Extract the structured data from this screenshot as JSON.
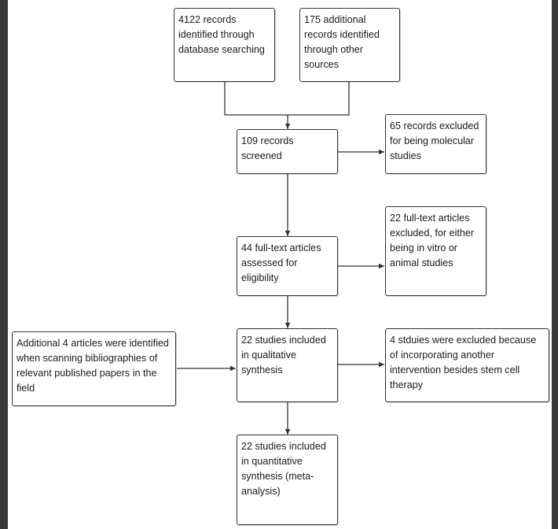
{
  "colors": {
    "background": "#3a3a3a",
    "canvas": "#ffffff",
    "line": "#333333",
    "text": "#1a1a1a"
  },
  "nodes": {
    "database_records": "4122 records identified through database searching",
    "other_sources": "175 additional records identified through other sources",
    "screened": "109 records screened",
    "excluded_molecular": "65 records excluded for being molecular studies",
    "fulltext_assessed": "44 full-text articles assessed for eligibility",
    "fulltext_excluded": "22 full-text articles excluded, for either being in vitro or animal studies",
    "additional_articles": "Additional 4 articles were identified when scanning bibliographies of relevant published papers in the field",
    "qualitative": "22 studies included in qualitative synthesis",
    "excluded_intervention": "4 stduies were excluded because of incorporating another intervention besides stem cell therapy",
    "quantitative": "22 studies included in quantitative synthesis (meta-analysis)"
  }
}
